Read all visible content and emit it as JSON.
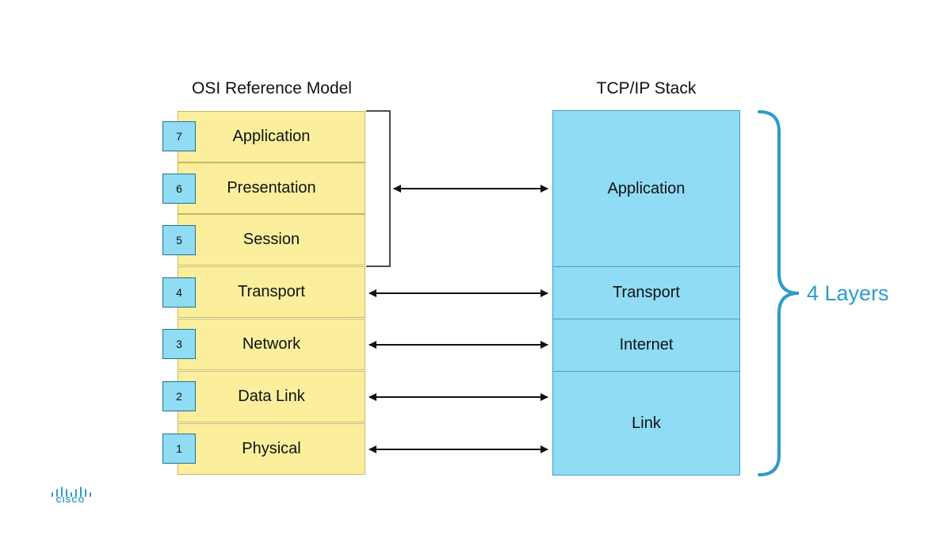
{
  "osi": {
    "title": "OSI Reference Model",
    "layers": [
      {
        "num": "7",
        "label": "Application"
      },
      {
        "num": "6",
        "label": "Presentation"
      },
      {
        "num": "5",
        "label": "Session"
      },
      {
        "num": "4",
        "label": "Transport"
      },
      {
        "num": "3",
        "label": "Network"
      },
      {
        "num": "2",
        "label": "Data Link"
      },
      {
        "num": "1",
        "label": "Physical"
      }
    ]
  },
  "tcpip": {
    "title": "TCP/IP Stack",
    "layers": [
      {
        "label": "Application"
      },
      {
        "label": "Transport"
      },
      {
        "label": "Internet"
      },
      {
        "label": "Link"
      }
    ]
  },
  "brace_label": "4 Layers",
  "logo": {
    "text": "CISCO"
  },
  "colors": {
    "osi_fill": "#fbef9e",
    "tcpip_fill": "#8fdcf4",
    "accent": "#2e9cc7"
  }
}
